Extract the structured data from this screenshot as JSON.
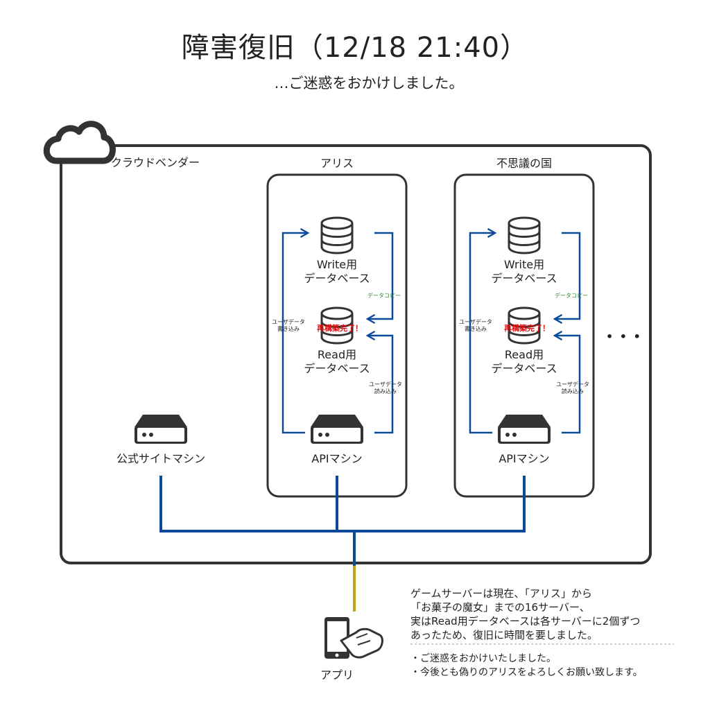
{
  "title": "障害復旧（12/18 21:40）",
  "subtitle": "…ご迷惑をおかけしました。",
  "cloud": {
    "label": "クラウドベンダー",
    "icon": "cloud-icon"
  },
  "official_machine": {
    "label": "公式サイトマシン",
    "icon": "server-icon"
  },
  "servers": [
    {
      "name": "アリス",
      "write_db": {
        "line1": "Write用",
        "line2": "データベース",
        "icon": "database-icon"
      },
      "read_db": {
        "line1": "Read用",
        "line2": "データベース",
        "icon": "database-icon"
      },
      "rebuild_badge": "再構築完了！",
      "copy_label": "データコピー",
      "write_label": [
        "ユーザデータ",
        "書き込み"
      ],
      "read_label": [
        "ユーザデータ",
        "読み込み"
      ],
      "api": {
        "label": "APIマシン",
        "icon": "server-icon"
      }
    },
    {
      "name": "不思議の国",
      "write_db": {
        "line1": "Write用",
        "line2": "データベース",
        "icon": "database-icon"
      },
      "read_db": {
        "line1": "Read用",
        "line2": "データベース",
        "icon": "database-icon"
      },
      "rebuild_badge": "再構築完了！",
      "copy_label": "データコピー",
      "write_label": [
        "ユーザデータ",
        "書き込み"
      ],
      "read_label": [
        "ユーザデータ",
        "読み込み"
      ],
      "api": {
        "label": "APIマシン",
        "icon": "server-icon"
      }
    }
  ],
  "ellipsis": "• • •",
  "app": {
    "label": "アプリ",
    "icon": "smartphone-tap-icon"
  },
  "notes": {
    "paragraph": [
      "ゲームサーバーは現在、「アリス」から",
      "「お菓子の魔女」までの16サーバー、",
      "実はRead用データベースは各サーバーに2個ずつ",
      "あったため、復旧に時間を要しました。"
    ],
    "bullets": [
      "・ご迷惑をおかけいたしました。",
      "・今後とも偽りのアリスをよろしくお願い致します。"
    ]
  },
  "colors": {
    "line": "#0b4a9a",
    "app_link": "#c9a21a",
    "frame": "#333333",
    "badge": "#e01010",
    "copy": "#2e8b2e"
  }
}
